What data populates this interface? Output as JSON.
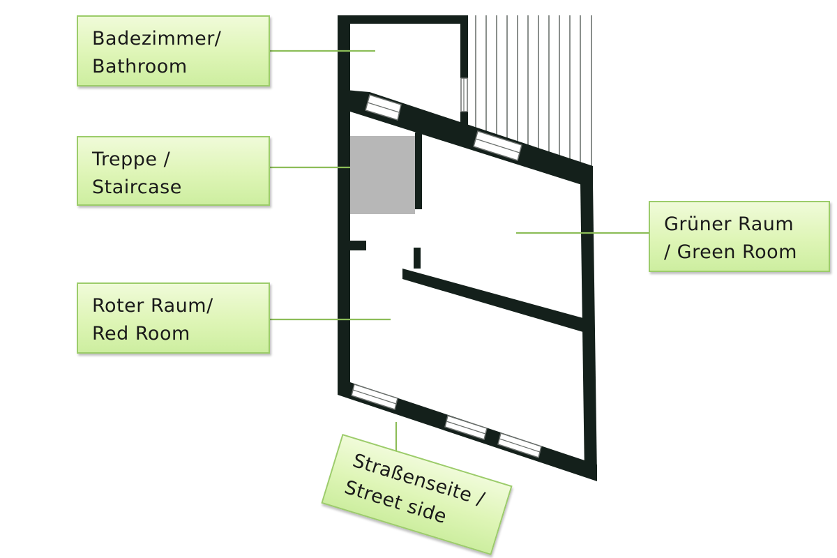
{
  "labels": {
    "bathroom": {
      "line1": "Badezimmer/",
      "line2": "Bathroom"
    },
    "staircase": {
      "line1": "Treppe /",
      "line2": "Staircase"
    },
    "green_room": {
      "line1": "Grüner Raum",
      "line2": "/ Green Room"
    },
    "red_room": {
      "line1": "Roter Raum/",
      "line2": "Red Room"
    },
    "street_side": {
      "line1": "Straßenseite /",
      "line2": "Street side"
    }
  },
  "colors": {
    "wall": "#14201b",
    "label_fill": "#def5b6",
    "label_border": "#9ccc6a",
    "leader_line": "#8cbd58",
    "stair_fill": "#b7b7b7"
  }
}
